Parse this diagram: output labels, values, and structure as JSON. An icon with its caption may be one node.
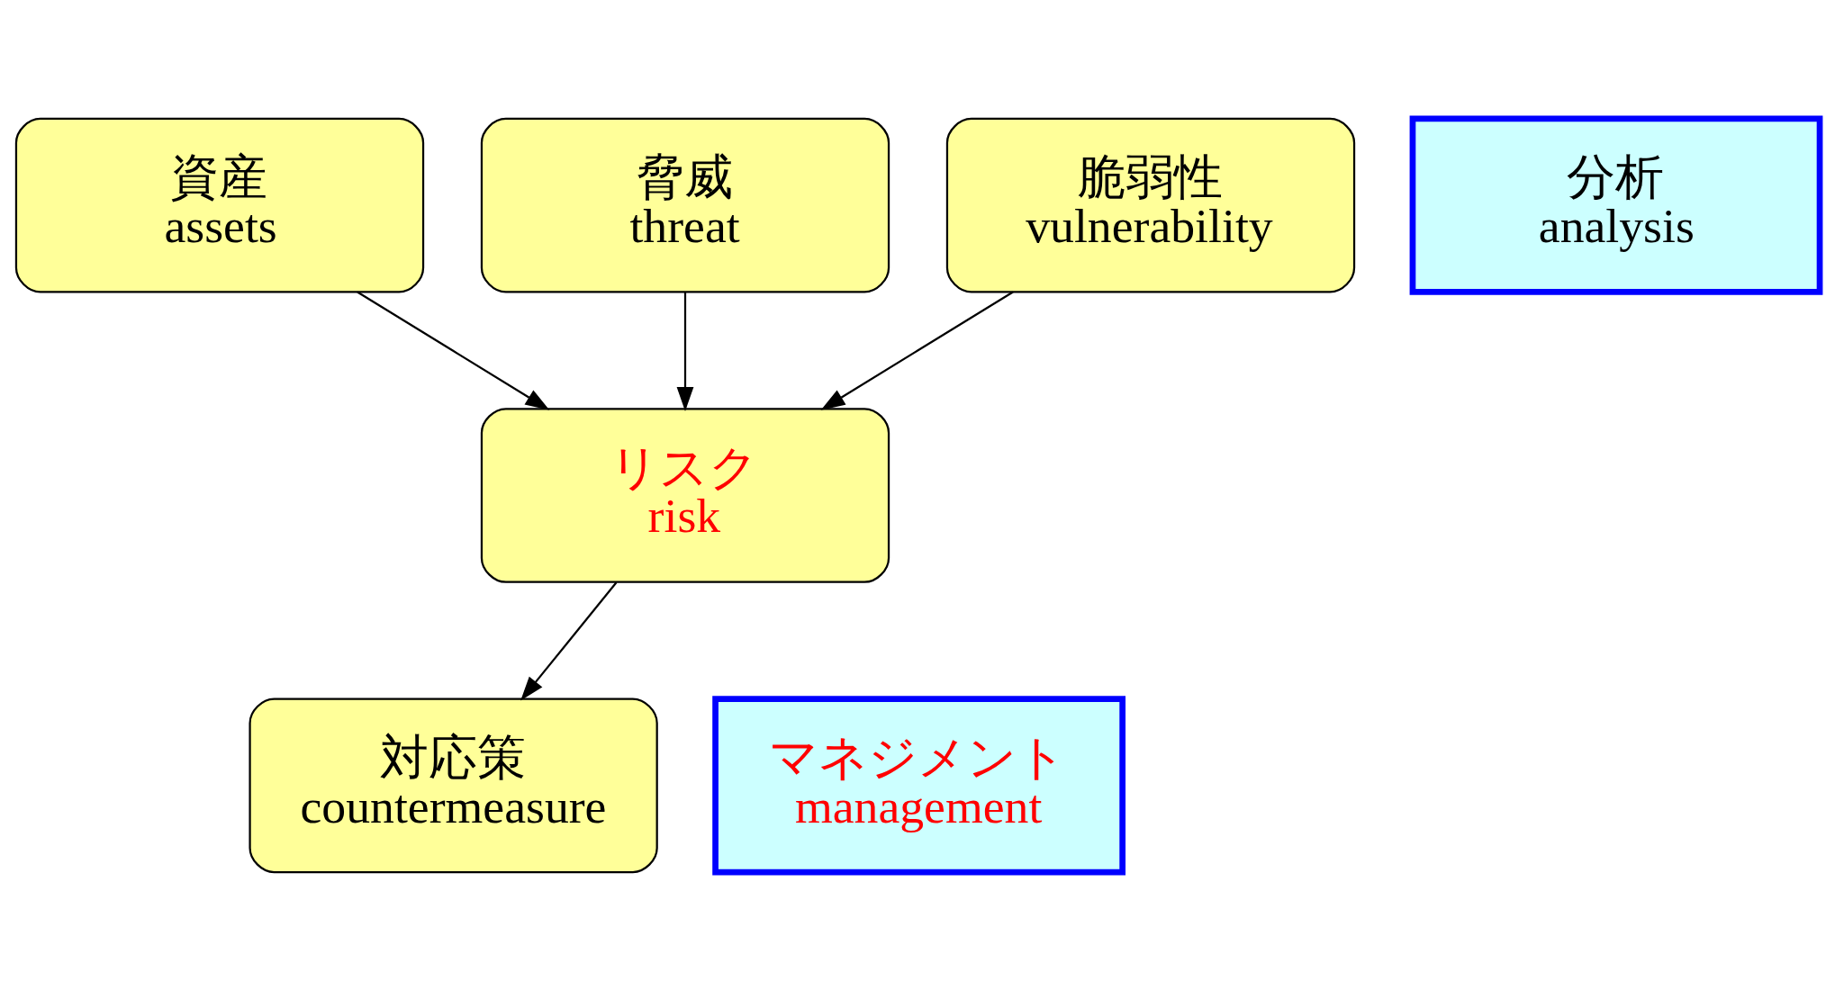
{
  "diagram": {
    "nodes": [
      {
        "text": [
          "資産",
          "assets"
        ]
      },
      {
        "text": [
          "脅威",
          "threat"
        ]
      },
      {
        "text": [
          "脆弱性",
          "vulnerability"
        ]
      },
      {
        "text": [
          "リスク",
          "risk"
        ]
      },
      {
        "text": [
          "対応策",
          "countermeasure"
        ]
      },
      {
        "text": [
          "分析",
          "analysis"
        ]
      },
      {
        "text": [
          "マネジメント",
          "management"
        ]
      }
    ],
    "edges": [
      {
        "from": 0,
        "to": 3,
        "arrow": "to"
      },
      {
        "from": 1,
        "to": 3,
        "arrow": "to"
      },
      {
        "from": 2,
        "to": 3,
        "arrow": "to"
      },
      {
        "from": 3,
        "to": 4,
        "arrow": "to"
      }
    ]
  }
}
